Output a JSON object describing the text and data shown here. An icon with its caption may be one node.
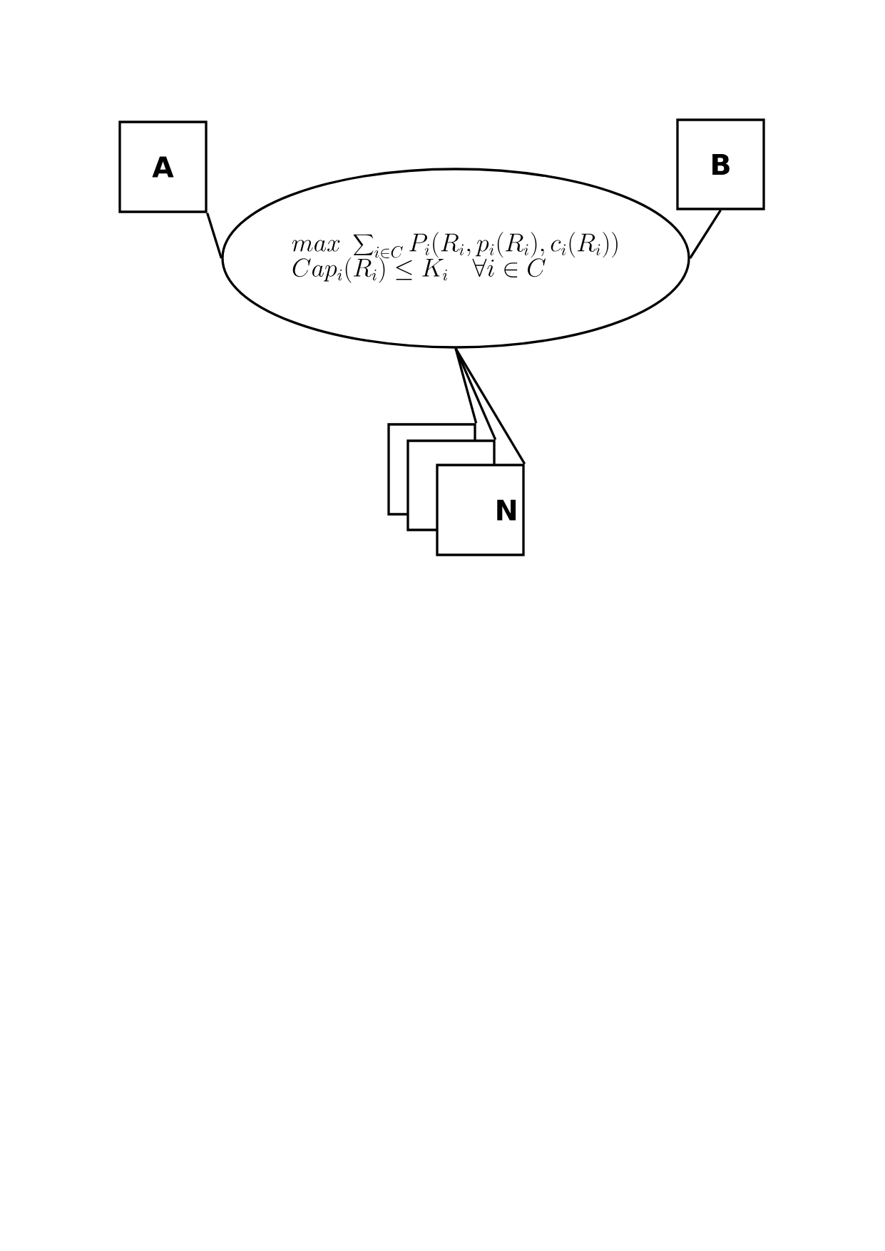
{
  "diagram": {
    "nodes": [
      {
        "text": [
          "A"
        ]
      },
      {
        "text": [
          "B"
        ]
      },
      {
        "text": [
          "max\\ \\sum\\nolimits_{i\\in C} P_i(R_i,p_i(R_i),c_i(R_i))",
          "Cap_i(R_i)\\leq K_i\\quad \\forall i\\in C"
        ]
      },
      {
        "text": [],
        "shape": "box"
      },
      {
        "text": [],
        "shape": "box"
      },
      {
        "text": [
          "N"
        ]
      }
    ],
    "edges": [
      {
        "from": 0,
        "to": 2,
        "arrow": "none"
      },
      {
        "from": 1,
        "to": 2,
        "arrow": "none"
      },
      {
        "from": 2,
        "to": 3,
        "arrow": "none"
      },
      {
        "from": 2,
        "to": 4,
        "arrow": "none"
      },
      {
        "from": 2,
        "to": 5,
        "arrow": "none"
      }
    ]
  }
}
